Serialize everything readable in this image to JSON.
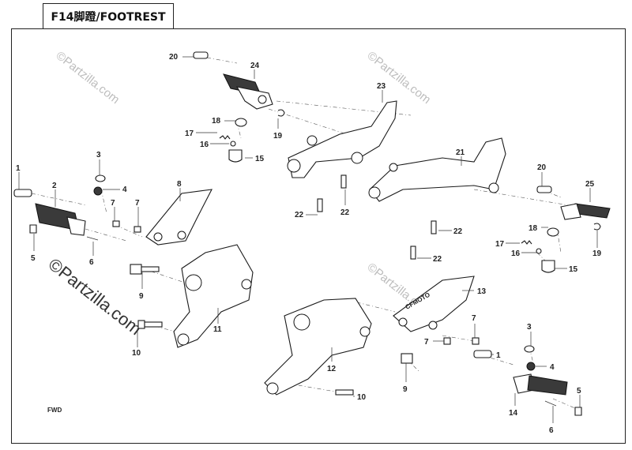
{
  "title": "F14脚蹬/FOOTREST",
  "watermark": "©Partzilla.com",
  "brand_text": "CFMOTO",
  "direction_label": "FWD",
  "parts": [
    "1",
    "2",
    "3",
    "4",
    "5",
    "6",
    "7",
    "7",
    "8",
    "9",
    "10",
    "11",
    "20",
    "24",
    "18",
    "17",
    "16",
    "15",
    "19",
    "23",
    "22",
    "22",
    "21",
    "22",
    "22",
    "20",
    "25",
    "18",
    "17",
    "16",
    "15",
    "19",
    "13",
    "7",
    "7",
    "12",
    "9",
    "10",
    "1",
    "3",
    "4",
    "5",
    "14",
    "6"
  ]
}
